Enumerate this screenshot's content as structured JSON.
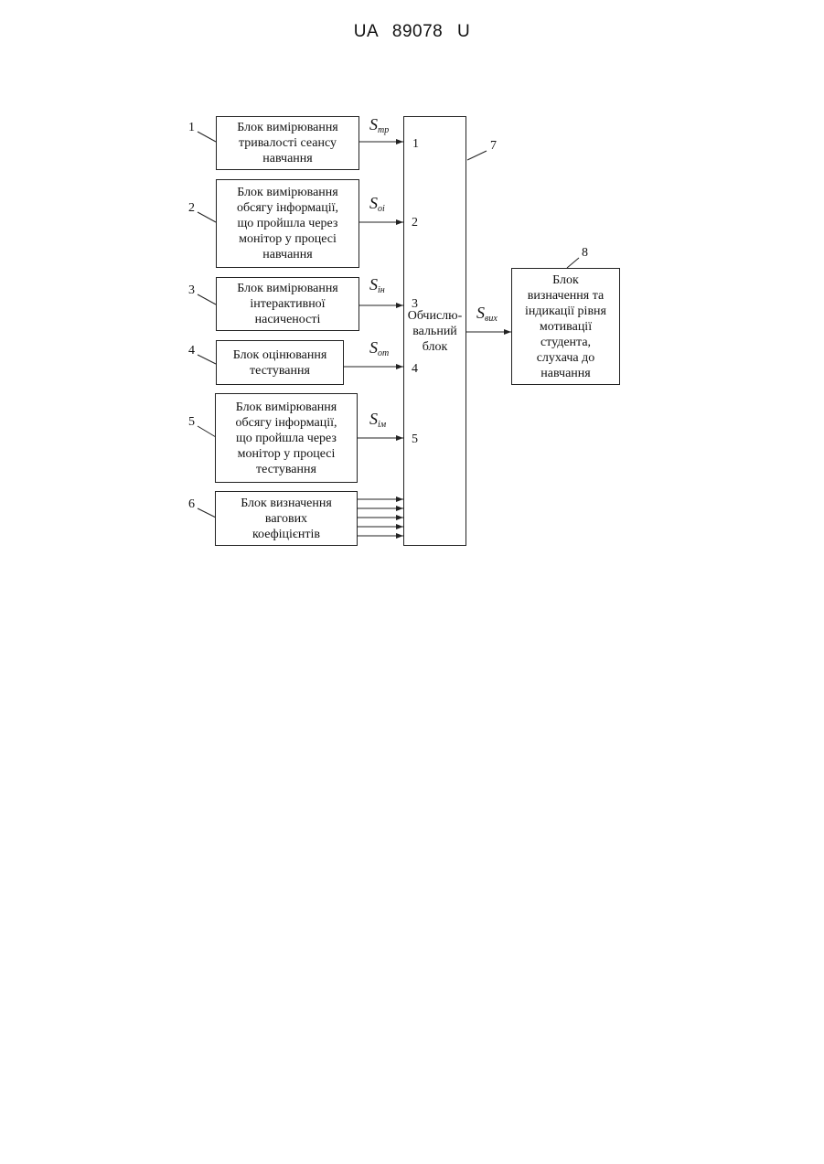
{
  "header": {
    "doc_id": "UA   89078   U"
  },
  "blocks": {
    "b1": {
      "number": "1",
      "label": "Блок вимірювання\nтривалості сеансу\nнавчання",
      "signal": "S",
      "signal_sub": "тр",
      "port": "1"
    },
    "b2": {
      "number": "2",
      "label": "Блок  вимірювання\nобсягу інформації,\nщо пройшла через\nмонітор у процесі\nнавчання",
      "signal": "S",
      "signal_sub": "оі",
      "port": "2"
    },
    "b3": {
      "number": "3",
      "label": "Блок вимірювання\nінтерактивної\nнасиченості",
      "signal": "S",
      "signal_sub": "ін",
      "port": "3"
    },
    "b4": {
      "number": "4",
      "label": "Блок оцінювання\nтестування",
      "signal": "S",
      "signal_sub": "от",
      "port": "4"
    },
    "b5": {
      "number": "5",
      "label": "Блок  вимірювання\nобсягу інформації,\nщо пройшла  через\nмонітор у процесі\nтестування",
      "signal": "S",
      "signal_sub": "ім",
      "port": "5"
    },
    "b6": {
      "number": "6",
      "label": "Блок визначення\nвагових\nкоефіцієнтів"
    },
    "b7": {
      "number": "7",
      "label": "Обчислю-\nвальний\nблок",
      "signal": "S",
      "signal_sub": "вих"
    },
    "b8": {
      "number": "8",
      "label": "Блок\nвизначення та\nіндикації рівня\nмотивації\nстудента,\nслухача до\nнавчання"
    }
  },
  "colors": {
    "line": "#222222",
    "text": "#111111",
    "background": "#ffffff"
  }
}
